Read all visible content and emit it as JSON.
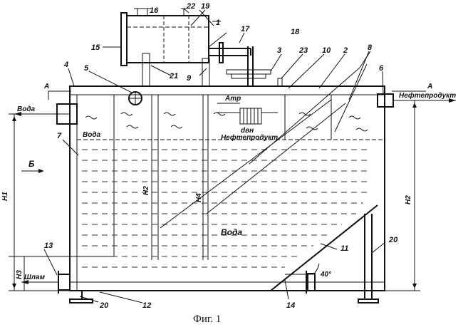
{
  "figure": {
    "caption": "Фиг. 1",
    "labels": {
      "water_in": "Вода",
      "water_top": "Вода",
      "water_bottom": "Вода",
      "oil_out": "Нефтепродукт",
      "oil_mid": "Нефтепродукт",
      "sludge": "Шлам",
      "atm": "Атр",
      "dim_d": "dвн",
      "angle": "40°",
      "view_a_left": "А",
      "view_a_right": "А",
      "view_b": "Б",
      "h1_left": "H1",
      "h2_left": "H2",
      "h3_left": "H3",
      "h4_mid": "H4",
      "h1_right": "H2"
    },
    "part_numbers": [
      "1",
      "2",
      "3",
      "4",
      "5",
      "6",
      "7",
      "8",
      "9",
      "10",
      "11",
      "12",
      "13",
      "14",
      "15",
      "16",
      "17",
      "18",
      "19",
      "20",
      "21",
      "22",
      "23"
    ]
  }
}
